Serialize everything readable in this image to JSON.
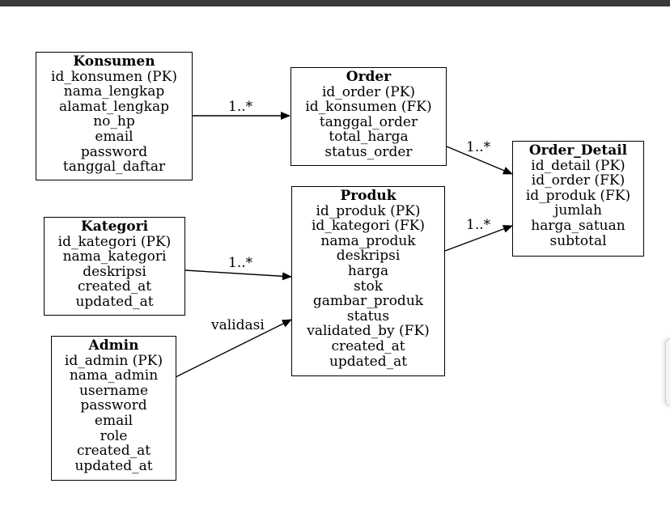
{
  "entities": [
    {
      "key": "konsumen",
      "title": "Konsumen",
      "attributes": [
        "id_konsumen (PK)",
        "nama_lengkap",
        "alamat_lengkap",
        "no_hp",
        "email",
        "password",
        "tanggal_daftar"
      ]
    },
    {
      "key": "order",
      "title": "Order",
      "attributes": [
        "id_order (PK)",
        "id_konsumen (FK)",
        "tanggal_order",
        "total_harga",
        "status_order"
      ]
    },
    {
      "key": "order-detail",
      "title": "Order_Detail",
      "attributes": [
        "id_detail (PK)",
        "id_order (FK)",
        "id_produk (FK)",
        "jumlah",
        "harga_satuan",
        "subtotal"
      ]
    },
    {
      "key": "produk",
      "title": "Produk",
      "attributes": [
        "id_produk (PK)",
        "id_kategori (FK)",
        "nama_produk",
        "deskripsi",
        "harga",
        "stok",
        "gambar_produk",
        "status",
        "validated_by (FK)",
        "created_at",
        "updated_at"
      ]
    },
    {
      "key": "kategori",
      "title": "Kategori",
      "attributes": [
        "id_kategori (PK)",
        "nama_kategori",
        "deskripsi",
        "created_at",
        "updated_at"
      ]
    },
    {
      "key": "admin",
      "title": "Admin",
      "attributes": [
        "id_admin (PK)",
        "nama_admin",
        "username",
        "password",
        "email",
        "role",
        "created_at",
        "updated_at"
      ]
    }
  ],
  "relationships": [
    {
      "key": "konsumen-order",
      "from": "Konsumen",
      "to": "Order",
      "label": "1..*"
    },
    {
      "key": "order-detail",
      "from": "Order",
      "to": "Order_Detail",
      "label": "1..*"
    },
    {
      "key": "produk-detail",
      "from": "Produk",
      "to": "Order_Detail",
      "label": "1..*"
    },
    {
      "key": "kategori-produk",
      "from": "Kategori",
      "to": "Produk",
      "label": "1..*"
    },
    {
      "key": "admin-produk",
      "from": "Admin",
      "to": "Produk",
      "label": "validasi"
    }
  ]
}
